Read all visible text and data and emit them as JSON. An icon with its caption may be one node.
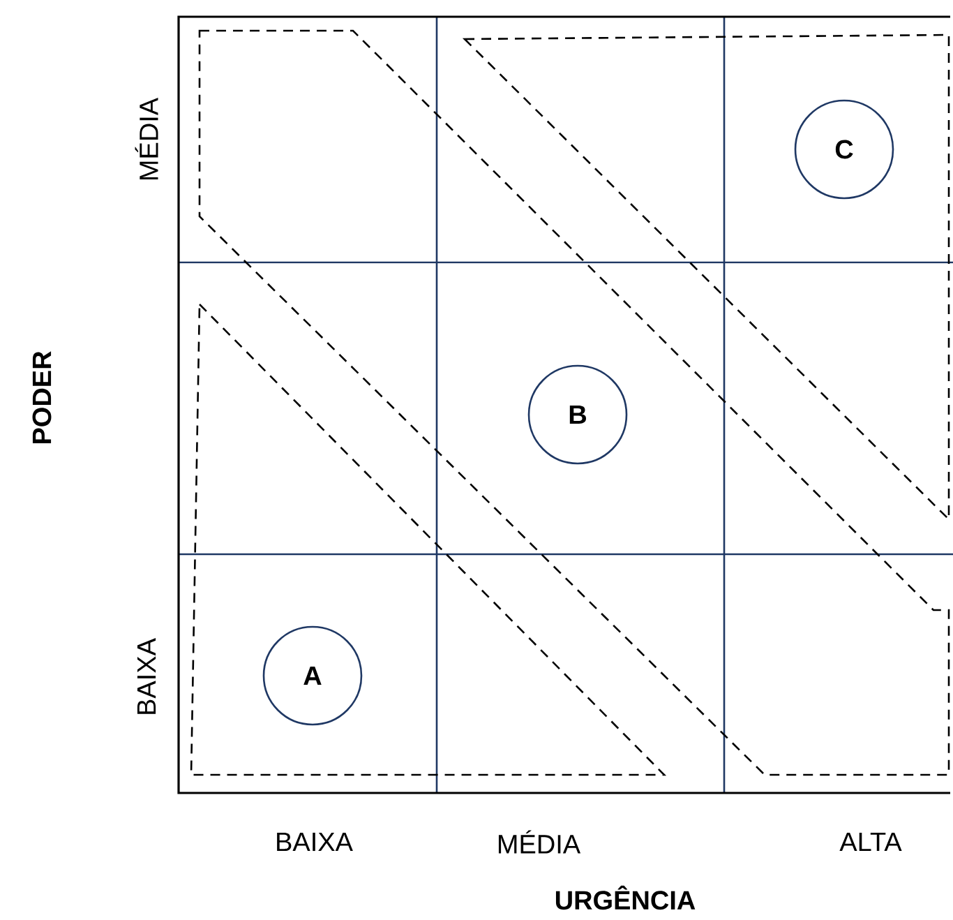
{
  "diagram": {
    "nodes": [
      {
        "text": [
          "C"
        ]
      },
      {
        "text": [
          "B"
        ]
      },
      {
        "text": [
          "A"
        ]
      }
    ],
    "labels": [
      "MÉDIA",
      "BAIXA",
      "PODER",
      "BAIXA",
      "MÉDIA",
      "ALTA",
      "URGÊNCIA"
    ]
  }
}
